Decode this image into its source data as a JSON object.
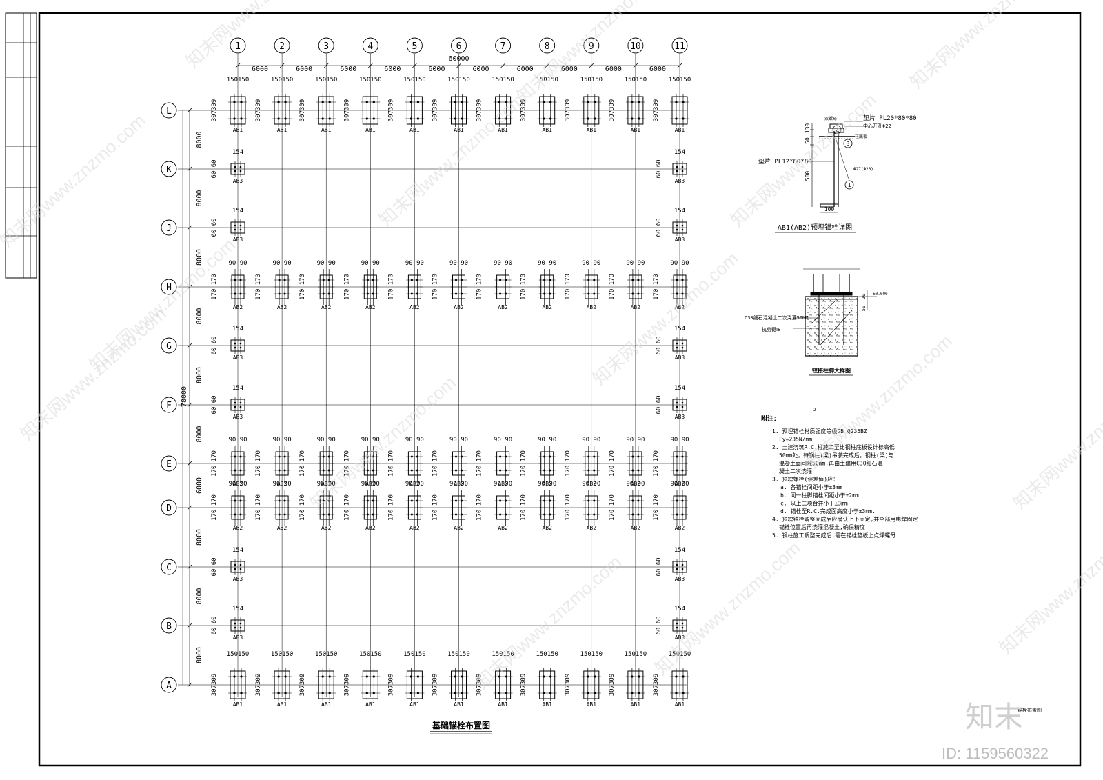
{
  "drawing": {
    "title": "基础锚栓布置图",
    "corner_title": "锚栓布置图"
  },
  "grid": {
    "columns": [
      "1",
      "2",
      "3",
      "4",
      "5",
      "6",
      "7",
      "8",
      "9",
      "10",
      "11"
    ],
    "rows_top_to_bottom": [
      "L",
      "K",
      "J",
      "H",
      "G",
      "F",
      "E",
      "D",
      "C",
      "B",
      "A"
    ],
    "bay_width": "6000",
    "total_width": "60000",
    "row_spacings_top_to_bottom": [
      "8000",
      "8000",
      "8000",
      "8000",
      "8000",
      "8000",
      "6000",
      "8000",
      "8000",
      "8000"
    ],
    "total_depth": "78000"
  },
  "rows": [
    {
      "axis": "L",
      "type": "AB1",
      "dim_top": "150150",
      "dim_side": "307309",
      "label": "AB1"
    },
    {
      "axis": "K",
      "type": "AB3",
      "dim_top": "154",
      "dim_side": "60 60",
      "label": "AB3"
    },
    {
      "axis": "J",
      "type": "AB3",
      "dim_top": "154",
      "dim_side": "60 60",
      "label": "AB3"
    },
    {
      "axis": "H",
      "type": "AB2",
      "dim_top": "90 90",
      "dim_side": "170 170",
      "label": "AB2"
    },
    {
      "axis": "G",
      "type": "AB3",
      "dim_top": "154",
      "dim_side": "60 60",
      "label": "AB3"
    },
    {
      "axis": "F",
      "type": "AB3",
      "dim_top": "154",
      "dim_side": "60 60",
      "label": "AB3"
    },
    {
      "axis": "E",
      "type": "AB2",
      "dim_top": "90 90",
      "dim_side": "170 170",
      "label": "AB2"
    },
    {
      "axis": "D",
      "type": "AB2",
      "dim_top": "90 90",
      "dim_side": "170 170",
      "label": "AB2"
    },
    {
      "axis": "C",
      "type": "AB3",
      "dim_top": "154",
      "dim_side": "60 60",
      "label": "AB3"
    },
    {
      "axis": "B",
      "type": "AB3",
      "dim_top": "154",
      "dim_side": "60 60",
      "label": "AB3"
    },
    {
      "axis": "A",
      "type": "AB1",
      "dim_top": "150150",
      "dim_side": "307309",
      "label": "AB1"
    }
  ],
  "detail1": {
    "title": "AB1(AB2)预埋锚栓详图",
    "plate_top": "垫片 PL20*80*80",
    "hole_note": "中心开孔Φ22",
    "plate_bottom": "垫片 PL12*80*80",
    "nut_note": "双螺母",
    "base_note": "柱底板",
    "dia_note": "Φ27(Φ20)",
    "dims": [
      "130",
      "50",
      "500",
      "100"
    ],
    "markers": [
      "1",
      "2",
      "3"
    ]
  },
  "detail2": {
    "title": "铰接柱脚大样图",
    "grout_note": "C30细石混凝土二次浇灌50MM",
    "rebar_note": "抗剪键Ⅰ8",
    "elev": "±0.000",
    "dims": [
      "20",
      "50"
    ]
  },
  "notes": {
    "heading": "附注：",
    "items": [
      "1. 预埋锚栓材质强度等级GB Q235BZ",
      "Fy=235N/mm",
      "2. 土建浇筑R.C.柱施工至比钢柱底板设计标高低",
      "50mm处，待钢柱(梁)吊装完成后，钢柱(梁)与",
      "混凝土面间隙50mm,再由土建用C30细石混",
      "凝土二次浇灌",
      "3. 预埋螺栓(误差值)应：",
      "a. 各锚栓间距小于±3mm",
      "b. 同一柱脚锚栓间距小于±2mm",
      "c. 以上二项合并小于±3mm",
      "d. 锚栓至R.C.完成面高度小于±3mm.",
      "4. 预埋锚栓调整完成后应确认上下固定,并全部用电焊固定",
      "锚栓位置后再浇灌混凝土,确保精度",
      "5. 钢柱施工调整完成后,需在锚栓垫板上点焊螺母"
    ],
    "superscript": "2"
  },
  "watermark": {
    "url": "www.znzmo.com",
    "brand": "知末网",
    "logo": "知末",
    "id_text": "ID: 1159560322"
  }
}
